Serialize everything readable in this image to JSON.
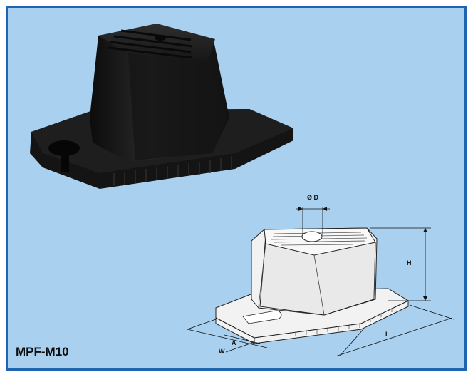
{
  "product": {
    "model": "MPF-M10"
  },
  "dimensions": {
    "bore": "Ø D",
    "height": "H",
    "length": "L",
    "width": "W",
    "slot": "A"
  },
  "colors": {
    "frame": "#1f64ae",
    "background": "#a9d1ef",
    "rubber": "#1c1c1c",
    "drawing_fill": "#f2f2f2",
    "drawing_line": "#222222"
  },
  "icons": {
    "photo": "rubber-anti-vibration-mount-photo",
    "drawing": "mount-dimension-drawing"
  }
}
